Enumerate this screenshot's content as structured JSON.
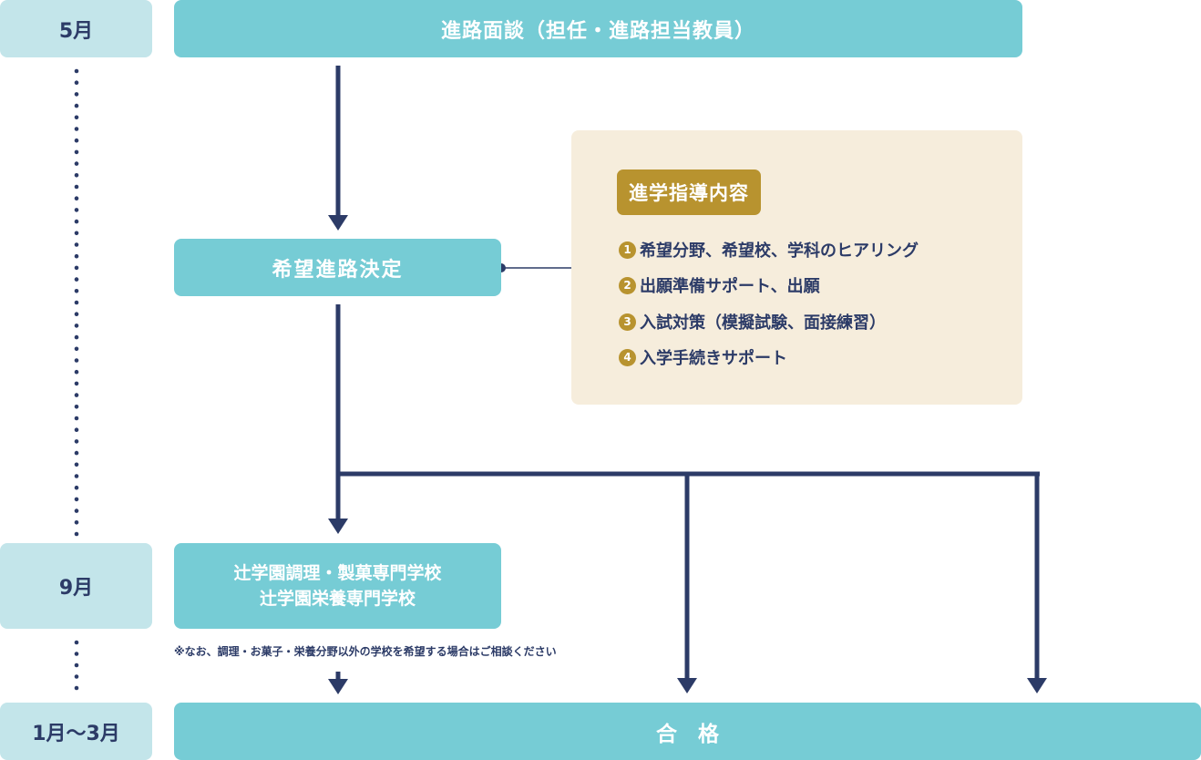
{
  "months": {
    "may": "5月",
    "september": "9月",
    "jan_mar": "1月〜3月"
  },
  "steps": {
    "interview": "進路面談（担任・進路担当教員）",
    "decision": "希望進路決定",
    "school_line1": "辻学園調理・製菓専門学校",
    "school_line2": "辻学園栄養専門学校",
    "pass": "合　格"
  },
  "guidance": {
    "title": "進学指導内容",
    "items": [
      {
        "num": "1",
        "text": "希望分野、希望校、学科のヒアリング"
      },
      {
        "num": "2",
        "text": "出願準備サポート、出願"
      },
      {
        "num": "3",
        "text": "入試対策（模擬試験、面接練習）"
      },
      {
        "num": "4",
        "text": "入学手続きサポート"
      }
    ]
  },
  "note": "※なお、調理・お菓子・栄養分野以外の学校を希望する場合はご相談ください",
  "colors": {
    "step_fill": "#76ccd5",
    "month_fill": "#c3e5ea",
    "arrow": "#2c3b67",
    "guidance_fill": "#f6eddc",
    "accent_gold": "#b8932f"
  }
}
